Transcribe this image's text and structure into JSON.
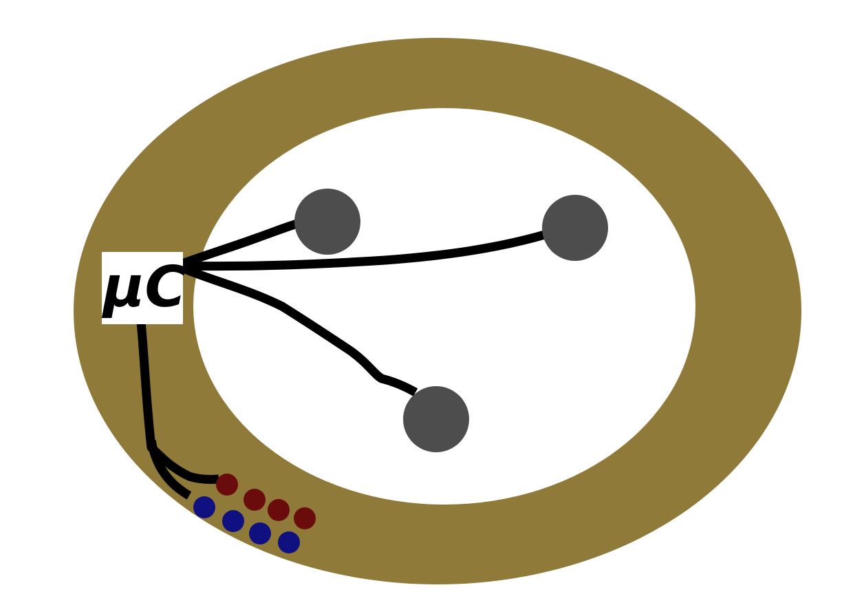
{
  "diagram": {
    "label": "μC",
    "colors": {
      "outer_ring": "#8f7a39",
      "inner_area": "#ffffff",
      "node": "#4d4d4d",
      "wire": "#000000",
      "box_bg": "#ffffff",
      "dot_red": "#6b0c0c",
      "dot_blue": "#101080"
    },
    "nodes": [
      "node-1",
      "node-2",
      "node-3"
    ],
    "dots": {
      "red_count": 4,
      "blue_count": 4
    }
  }
}
